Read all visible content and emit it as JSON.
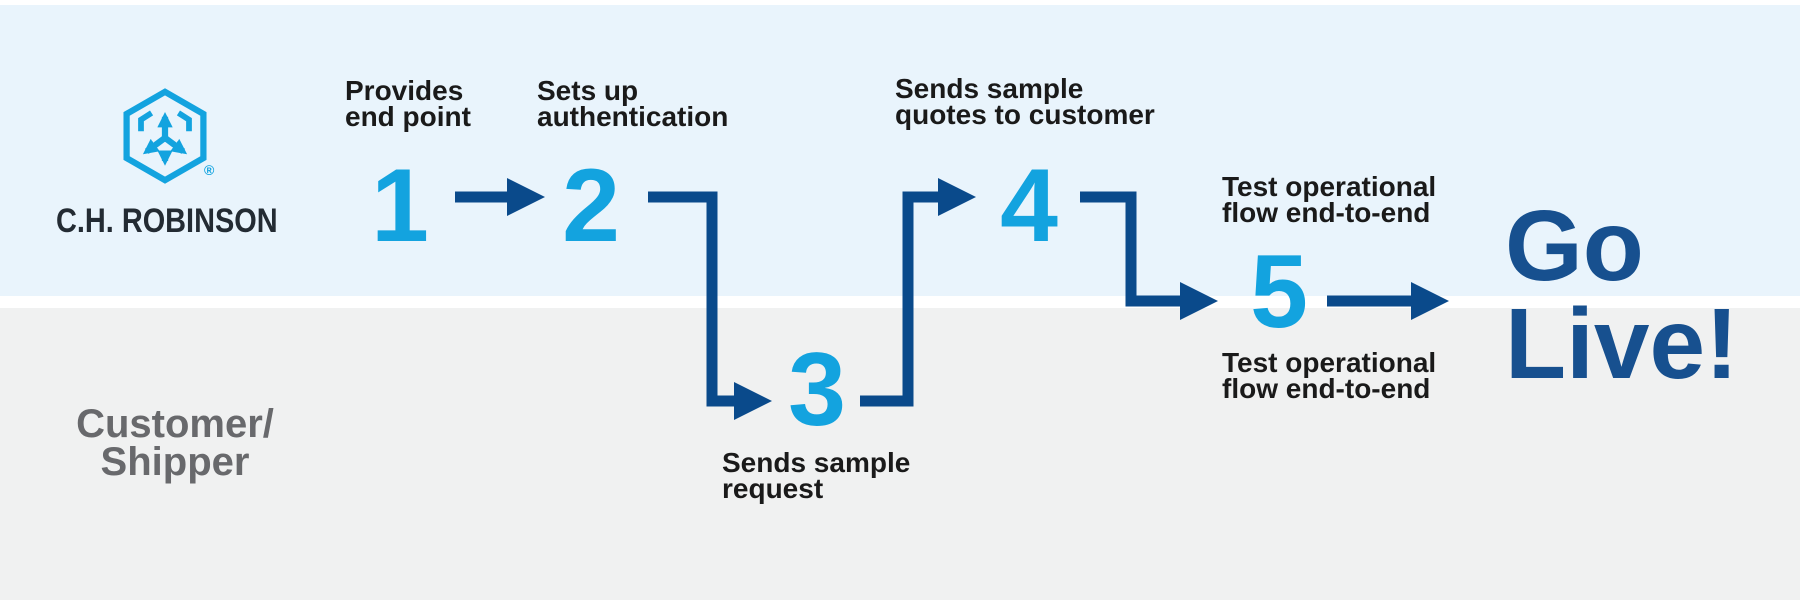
{
  "colors": {
    "canvas_bg": "#FFFFFF",
    "band_blue": "#E9F4FC",
    "band_gray": "#F0F1F1",
    "cyan": "#13A3DF",
    "navy": "#0A4A8B",
    "golive_navy": "#17508F",
    "label_ink": "#1A1A1A",
    "wordmark_ink": "#232B33",
    "lane_text_gray": "#68696C"
  },
  "brand": {
    "wordmark": "C.H. ROBINSON",
    "registered_mark": "®",
    "logo_icon": "ch-robinson-hexagon-arrows"
  },
  "lanes": {
    "top_actor": "C.H. Robinson",
    "bottom_label_line1": "Customer/",
    "bottom_label_line2": "Shipper"
  },
  "steps": [
    {
      "number": "1",
      "line1": "Provides",
      "line2": "end point"
    },
    {
      "number": "2",
      "line1": "Sets up",
      "line2": "authentication"
    },
    {
      "number": "3",
      "line1": "Sends sample",
      "line2": "request"
    },
    {
      "number": "4",
      "line1": "Sends sample",
      "line2": "quotes to customer"
    },
    {
      "number": "5",
      "top_line1": "Test operational",
      "top_line2": "flow end-to-end",
      "bottom_line1": "Test operational",
      "bottom_line2": "flow end-to-end"
    }
  ],
  "outcome": {
    "line1": "Go",
    "line2": "Live!"
  }
}
